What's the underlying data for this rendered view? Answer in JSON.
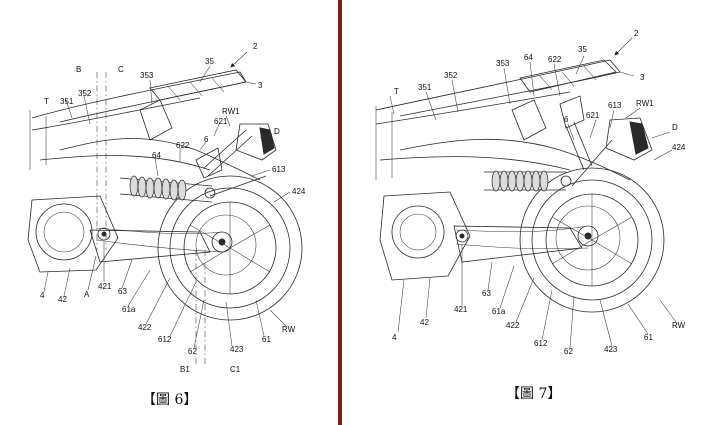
{
  "colors": {
    "background": "#ffffff",
    "ink": "#2a2a2a",
    "divider": "#7a1e1e"
  },
  "figures": [
    {
      "id": "fig6",
      "caption": "【圖 6】",
      "labels": {
        "n2": "2",
        "n3": "3",
        "n35": "35",
        "n353": "353",
        "B": "B",
        "C": "C",
        "T": "T",
        "n351": "351",
        "n352": "352",
        "RW1": "RW1",
        "D": "D",
        "n621": "621",
        "n6": "6",
        "n622": "622",
        "n64": "64",
        "n613": "613",
        "n424": "424",
        "n4": "4",
        "n42": "42",
        "A": "A",
        "n421": "421",
        "n63": "63",
        "n61a": "61a",
        "n422": "422",
        "n612": "612",
        "n62": "62",
        "n423": "423",
        "n61": "61",
        "RW": "RW",
        "B1": "B1",
        "C1": "C1"
      }
    },
    {
      "id": "fig7",
      "caption": "【圖 7】",
      "labels": {
        "n2": "2",
        "n3": "3",
        "n35": "35",
        "n622": "622",
        "n64": "64",
        "n353": "353",
        "n352": "352",
        "T": "T",
        "n351": "351",
        "n621": "621",
        "n613": "613",
        "RW1": "RW1",
        "n6": "6",
        "D": "D",
        "n424": "424",
        "n4": "4",
        "n42": "42",
        "n421": "421",
        "n63": "63",
        "n61a": "61a",
        "n422": "422",
        "n612": "612",
        "n62": "62",
        "n423": "423",
        "n61": "61",
        "RW": "RW"
      }
    }
  ]
}
